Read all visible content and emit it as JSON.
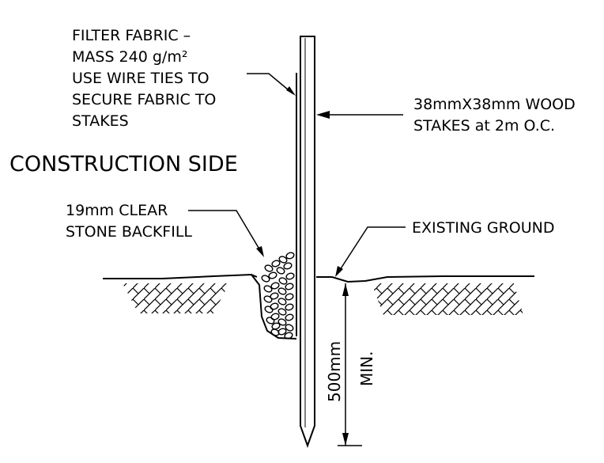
{
  "labels": {
    "filter_fabric": [
      "FILTER FABRIC –",
      "MASS  240 g/m²",
      "USE WIRE TIES TO",
      "SECURE FABRIC TO",
      "STAKES"
    ],
    "wood_stakes": [
      "38mmX38mm WOOD",
      "STAKES at 2m O.C."
    ],
    "construction_side": "CONSTRUCTION SIDE",
    "clear_stone": [
      "19mm CLEAR",
      "STONE BACKFILL"
    ],
    "existing_ground": "EXISTING GROUND",
    "depth_value": "500mm",
    "depth_min": "MIN."
  },
  "colors": {
    "line": "#000000",
    "background": "#ffffff"
  }
}
